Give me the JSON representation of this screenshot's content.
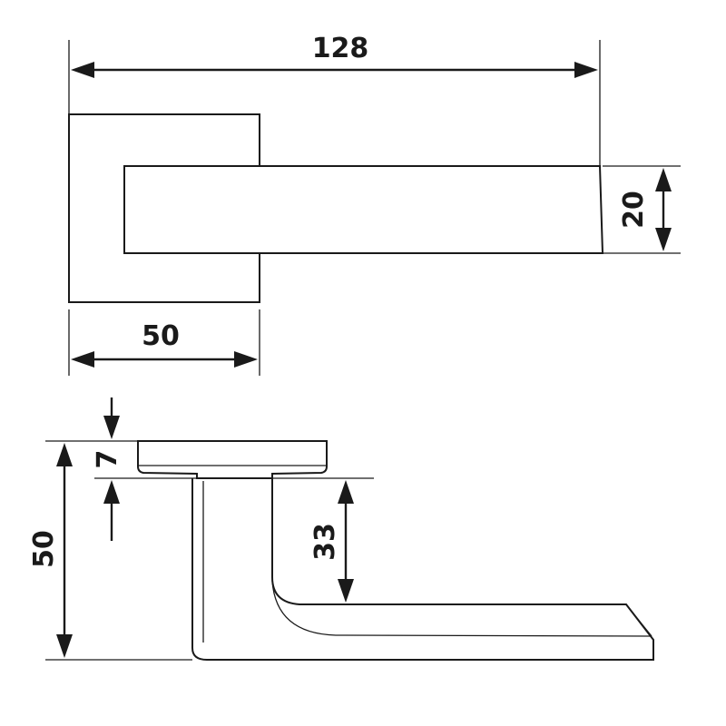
{
  "dimensions": {
    "overall_length": "128",
    "rose_width": "50",
    "lever_height": "20",
    "rose_thickness": "7",
    "lever_offset": "33",
    "total_projection": "50"
  }
}
